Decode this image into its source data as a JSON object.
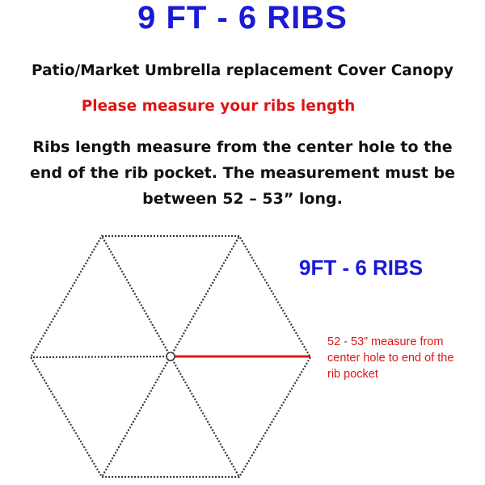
{
  "header": {
    "title": "9 FT - 6 RIBS",
    "subtitle": "Patio/Market Umbrella replacement Cover Canopy",
    "notice": "Please measure your ribs length"
  },
  "instructions": {
    "lines": [
      "Ribs length measure from the center hole to the",
      "end of the rib pocket. The measurement must be",
      "between 52 – 53” long."
    ]
  },
  "diagram": {
    "size_label": "9FT - 6 RIBS",
    "measure_note": "52 - 53” measure from center hole to end of the rib pocket",
    "rib_count": 6,
    "colors": {
      "title": "#1a1ad6",
      "highlight": "#e01414",
      "outline": "#333333"
    }
  }
}
